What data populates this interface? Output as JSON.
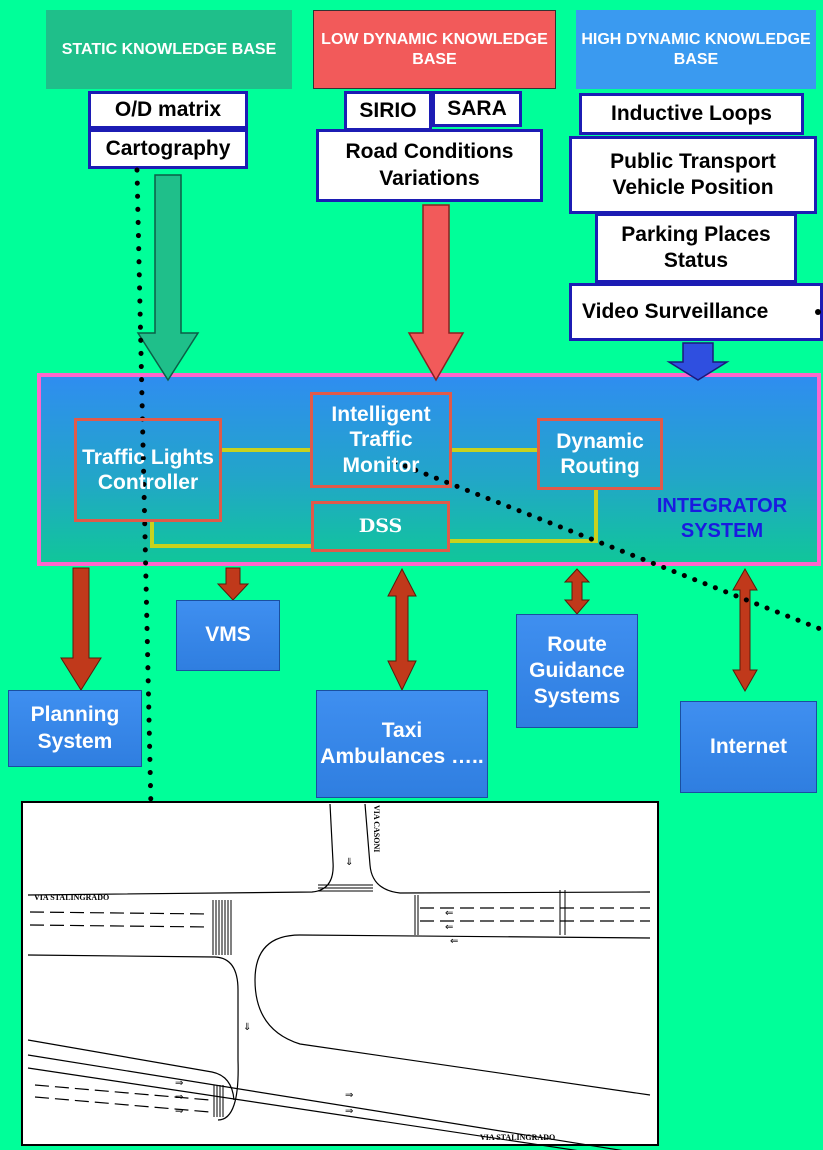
{
  "knowledge_bases": {
    "static": {
      "title": "STATIC KNOWLEDGE BASE",
      "items": [
        "O/D matrix",
        "Cartography"
      ],
      "color": "#1fbf8a"
    },
    "low_dynamic": {
      "title": "LOW DYNAMIC KNOWLEDGE BASE",
      "items": [
        "SIRIO",
        "SARA",
        "Road Conditions Variations"
      ],
      "color": "#f25a5a"
    },
    "high_dynamic": {
      "title": "HIGH DYNAMIC KNOWLEDGE BASE",
      "items": [
        "Inductive Loops",
        "Public Transport Vehicle Position",
        "Parking Places Status",
        "Video Surveillance"
      ],
      "color": "#3a9af0"
    }
  },
  "integrator": {
    "label": "INTEGRATOR SYSTEM",
    "modules": [
      "Traffic Lights Controller",
      "Intelligent Traffic Monitor",
      "Dynamic Routing",
      "DSS"
    ]
  },
  "outputs": [
    "VMS",
    "Planning System",
    "Taxi Ambulances …..",
    "Route Guidance Systems",
    "Internet"
  ],
  "map": {
    "street_west": "VIA STALINGRADO",
    "street_north": "VIA CASONI",
    "street_south": "VIA STALINGRADO"
  },
  "colors": {
    "background": "#00ff99",
    "kb_border": "#1c1cb4",
    "module_border": "#e05a4a",
    "integrator_border": "#ff66cc",
    "output_arrow": "#c0391b",
    "connector": "#c8d21e"
  }
}
